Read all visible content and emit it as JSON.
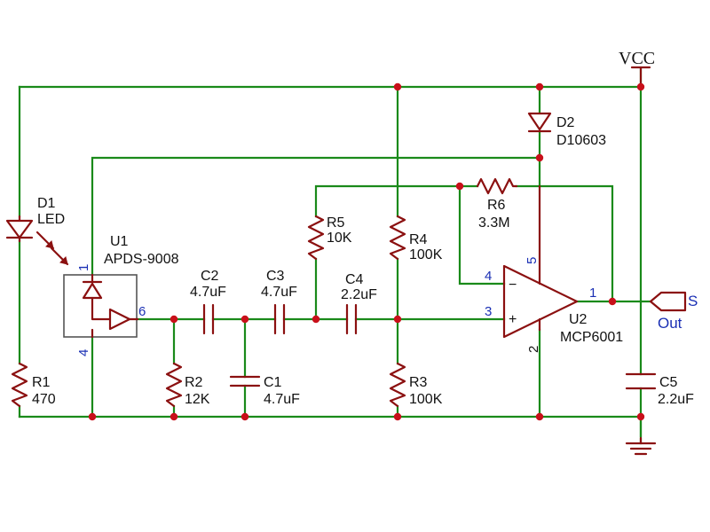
{
  "power": {
    "vcc": "VCC"
  },
  "components": {
    "d1": {
      "ref": "D1",
      "value": "LED"
    },
    "d2": {
      "ref": "D2",
      "value": "D10603"
    },
    "u1": {
      "ref": "U1",
      "value": "APDS-9008"
    },
    "u2": {
      "ref": "U2",
      "value": "MCP6001"
    },
    "r1": {
      "ref": "R1",
      "value": "470"
    },
    "r2": {
      "ref": "R2",
      "value": "12K"
    },
    "r3": {
      "ref": "R3",
      "value": "100K"
    },
    "r4": {
      "ref": "R4",
      "value": "100K"
    },
    "r5": {
      "ref": "R5",
      "value": "10K"
    },
    "r6": {
      "ref": "R6",
      "value": "3.3M"
    },
    "c1": {
      "ref": "C1",
      "value": "4.7uF"
    },
    "c2": {
      "ref": "C2",
      "value": "4.7uF"
    },
    "c3": {
      "ref": "C3",
      "value": "4.7uF"
    },
    "c4": {
      "ref": "C4",
      "value": "2.2uF"
    },
    "c5": {
      "ref": "C5",
      "value": "2.2uF"
    }
  },
  "pins": {
    "u1_1": "1",
    "u1_4": "4",
    "u1_6": "6",
    "u2_1": "1",
    "u2_2": "2",
    "u2_3": "3",
    "u2_4": "4",
    "u2_5": "5"
  },
  "opamp": {
    "minus": "−",
    "plus": "+"
  },
  "net_labels": {
    "out_letter": "S",
    "out_name": "Out"
  }
}
